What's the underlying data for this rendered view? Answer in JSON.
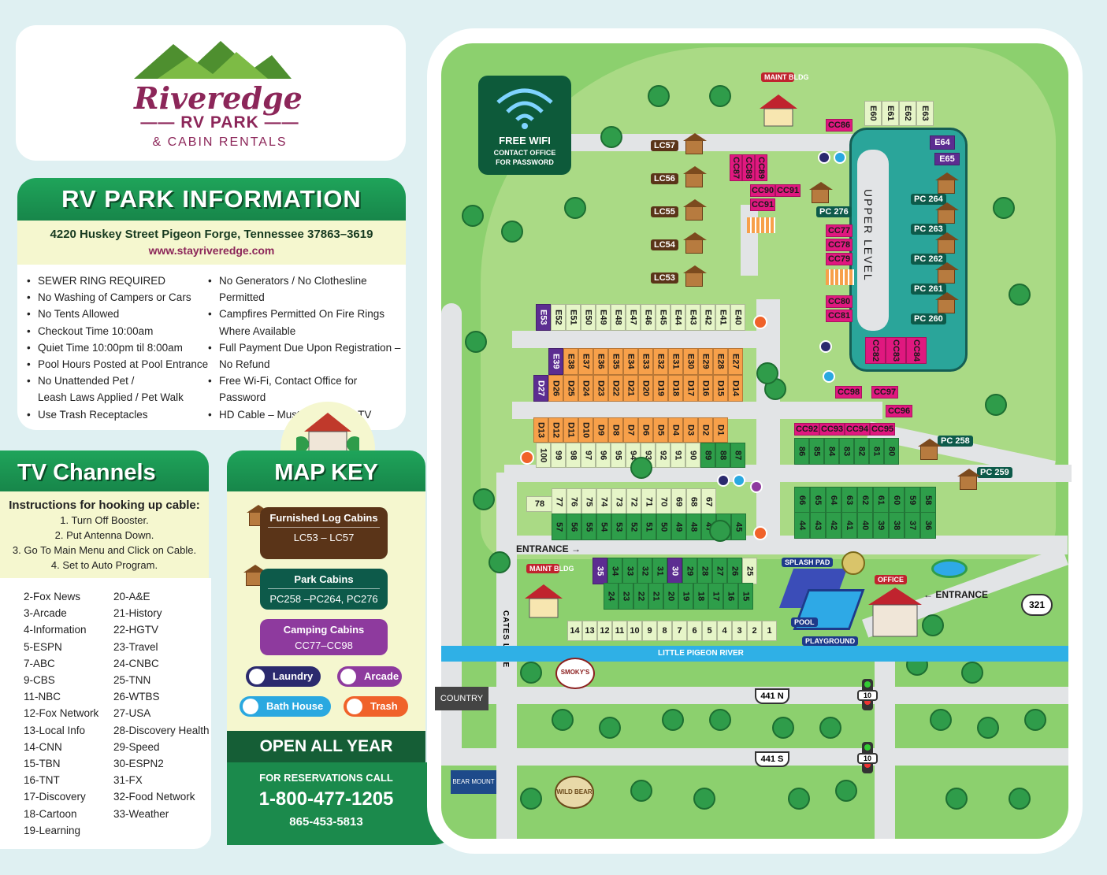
{
  "logo": {
    "name": "Riveredge",
    "line1": "RV PARK",
    "line2": "& CABIN RENTALS"
  },
  "info": {
    "title": "RV PARK INFORMATION",
    "address": "4220 Huskey Street Pigeon Forge, Tennessee 37863–3619",
    "website": "www.stayriveredge.com",
    "rules_left": [
      "SEWER RING REQUIRED",
      "No Washing of Campers or Cars",
      "No Tents Allowed",
      "Checkout Time 10:00am",
      "Quiet Time 10:00pm til 8:00am",
      "Pool Hours Posted at Pool Entrance",
      "No Unattended Pet /",
      "Leash Laws Applied / Pet Walk",
      "Use Trash Receptacles"
    ],
    "rules_right": [
      "No Generators / No Clothesline Permitted",
      "Campfires Permitted On Fire Rings",
      "Where Available",
      "Full Payment Due Upon Registration –",
      "No Refund",
      "Free Wi-Fi, Contact Office for Password",
      "HD Cable – Must Have a HD TV"
    ]
  },
  "tv": {
    "title": "TV Channels",
    "instr_title": "Instructions for hooking up cable:",
    "steps": [
      "1. Turn Off Booster.",
      "2. Put Antenna Down.",
      "3. Go To Main Menu and Click on Cable.",
      "4. Set to Auto Program."
    ],
    "col1": [
      "2-Fox News",
      "3-Arcade",
      "4-Information",
      "5-ESPN",
      "7-ABC",
      "9-CBS",
      "11-NBC",
      "12-Fox Network",
      "13-Local Info",
      "14-CNN",
      "15-TBN",
      "16-TNT",
      "17-Discovery",
      "18-Cartoon",
      "19-Learning"
    ],
    "col2": [
      "20-A&E",
      "21-History",
      "22-HGTV",
      "23-Travel",
      "24-CNBC",
      "25-TNN",
      "26-WTBS",
      "27-USA",
      "28-Discovery Health",
      "29-Speed",
      "30-ESPN2",
      "31-FX",
      "32-Food Network",
      "33-Weather"
    ]
  },
  "key": {
    "title": "MAP KEY",
    "log_title": "Furnished Log Cabins",
    "log_range": "LC53 – LC57",
    "park_title": "Park Cabins",
    "park_range": "PC258 –PC264, PC276",
    "camp_title": "Camping Cabins",
    "camp_range": "CC77–CC98",
    "laundry": "Laundry",
    "arcade": "Arcade",
    "bath": "Bath House",
    "trash": "Trash"
  },
  "contact": {
    "open": "OPEN ALL YEAR",
    "call": "FOR RESERVATIONS CALL",
    "phone1": "1-800-477-1205",
    "phone2": "865-453-5813"
  },
  "map": {
    "wifi_title": "FREE WIFI",
    "wifi_sub1": "CONTACT OFFICE",
    "wifi_sub2": "FOR PASSWORD",
    "maint": "MAINT BLDG",
    "upper": "UPPER LEVEL",
    "entrance_left": "ENTRANCE →",
    "entrance_right": "← ENTRANCE",
    "cates": "CATES LANE",
    "river": "LITTLE PIGEON RIVER",
    "splash": "SPLASH PAD",
    "pool": "POOL",
    "playground": "PLAYGROUND",
    "office": "OFFICE",
    "hwy321": "321",
    "hwy441n": "441 N",
    "hwy441s": "441 S",
    "light": "10",
    "country": "COUNTRY",
    "smokys": "SMOKY'S",
    "bearmount": "BEAR MOUNT",
    "wildbear": "WILD BEAR",
    "log_cabins": [
      "LC57",
      "LC56",
      "LC55",
      "LC54",
      "LC53"
    ],
    "cc_top": [
      "CC86"
    ],
    "cc_vert": [
      "CC87",
      "CC88",
      "CC89"
    ],
    "cc_col": [
      "CC90",
      "CC91"
    ],
    "cc_mid": [
      "CC77",
      "CC78",
      "CC79",
      "CC80",
      "CC81"
    ],
    "cc_low": [
      "CC82",
      "CC83",
      "CC84"
    ],
    "cc_row": [
      "CC92",
      "CC93",
      "CC94",
      "CC95"
    ],
    "cc_misc": [
      "CC98",
      "CC97",
      "CC96"
    ],
    "e_top": [
      "E60",
      "E61",
      "E62",
      "E63"
    ],
    "e_side": [
      "E64",
      "E65"
    ],
    "pc": [
      "PC 264",
      "PC 263",
      "PC 262",
      "PC 261",
      "PC 260"
    ],
    "pc276": "PC 276",
    "pc258": "PC 258",
    "pc259": "PC 259",
    "row_e": [
      "E53",
      "E52",
      "E51",
      "E50",
      "E49",
      "E48",
      "E47",
      "E46",
      "E45",
      "E44",
      "E43",
      "E42",
      "E41",
      "E40"
    ],
    "row_e2": [
      "E39",
      "E38",
      "E37",
      "E36",
      "E35",
      "E34",
      "E33",
      "E32",
      "E31",
      "E30",
      "E29",
      "E28",
      "E27"
    ],
    "row_d": [
      "D27",
      "D26",
      "D25",
      "D24",
      "D23",
      "D22",
      "D21",
      "D20",
      "D19",
      "D18",
      "D17",
      "D16",
      "D15",
      "D14"
    ],
    "row_d2": [
      "D13",
      "D12",
      "D11",
      "D10",
      "D9",
      "D8",
      "D7",
      "D6",
      "D5",
      "D4",
      "D3",
      "D2",
      "D1"
    ],
    "row_100": [
      "100",
      "99",
      "98",
      "97",
      "96",
      "95",
      "94",
      "93",
      "92",
      "91",
      "90",
      "89",
      "88",
      "87"
    ],
    "row_77": [
      "77",
      "76",
      "75",
      "74",
      "73",
      "72",
      "71",
      "70",
      "69",
      "68",
      "67"
    ],
    "row_57": [
      "57",
      "56",
      "55",
      "54",
      "53",
      "52",
      "51",
      "50",
      "49",
      "48",
      "47",
      "46",
      "45"
    ],
    "site78": "78",
    "row_86": [
      "86",
      "85",
      "84",
      "83",
      "82",
      "81",
      "80"
    ],
    "row_66": [
      "66",
      "65",
      "64",
      "63",
      "62",
      "61",
      "60",
      "59",
      "58"
    ],
    "row_44": [
      "44",
      "43",
      "42",
      "41",
      "40",
      "39",
      "38",
      "37",
      "36"
    ],
    "row_35": [
      "35",
      "34",
      "33",
      "32",
      "31",
      "30",
      "29",
      "28",
      "27",
      "26",
      "25"
    ],
    "row_24": [
      "24",
      "23",
      "22",
      "21",
      "20",
      "19",
      "18",
      "17",
      "16",
      "15"
    ],
    "row_14": [
      "14",
      "13",
      "12",
      "11",
      "10",
      "9",
      "8",
      "7",
      "6",
      "5",
      "4",
      "3",
      "2",
      "1"
    ]
  }
}
